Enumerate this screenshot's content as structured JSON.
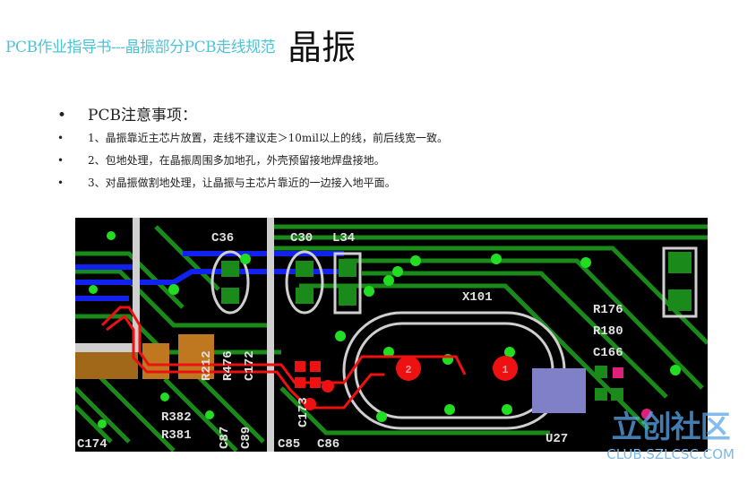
{
  "header": {
    "title": "PCB作业指导书---晶振部分PCB走线规范",
    "subtitle": "晶振"
  },
  "notes": {
    "heading": "PCB注意事项：",
    "items": [
      "1、晶振靠近主芯片放置，走线不建议走＞10mil以上的线，前后线宽一致。",
      "2、包地处理，在晶振周围多加地孔，外壳预留接地焊盘接地。",
      "3、对晶振做割地处理，让晶振与主芯片靠近的一边接入地平面。"
    ]
  },
  "pcb": {
    "labels": {
      "c36": "C36",
      "c30": "C30",
      "l34": "L34",
      "x101": "X101",
      "r176": "R176",
      "r180": "R180",
      "c166": "C166",
      "r212": "R212",
      "r476": "R476",
      "c172": "C172",
      "c173": "C173",
      "r382": "R382",
      "r381": "R381",
      "c87": "C87",
      "c89": "C89",
      "c85": "C85",
      "c86": "C86",
      "u27": "U27",
      "c174": "C174",
      "pin1": "1",
      "pin2": "2"
    },
    "colors": {
      "board": "#000000",
      "trace": "#1a8a1a",
      "via": "#22dd22",
      "signal": "#ee1111",
      "silk": "#d0d0d0",
      "blue": "#1122ee",
      "pad_orange": "#c07820",
      "pad_purple": "#8080c8"
    }
  },
  "watermark": {
    "logo": "立创社区",
    "url": "CLUB.SZLCSC.COM"
  }
}
